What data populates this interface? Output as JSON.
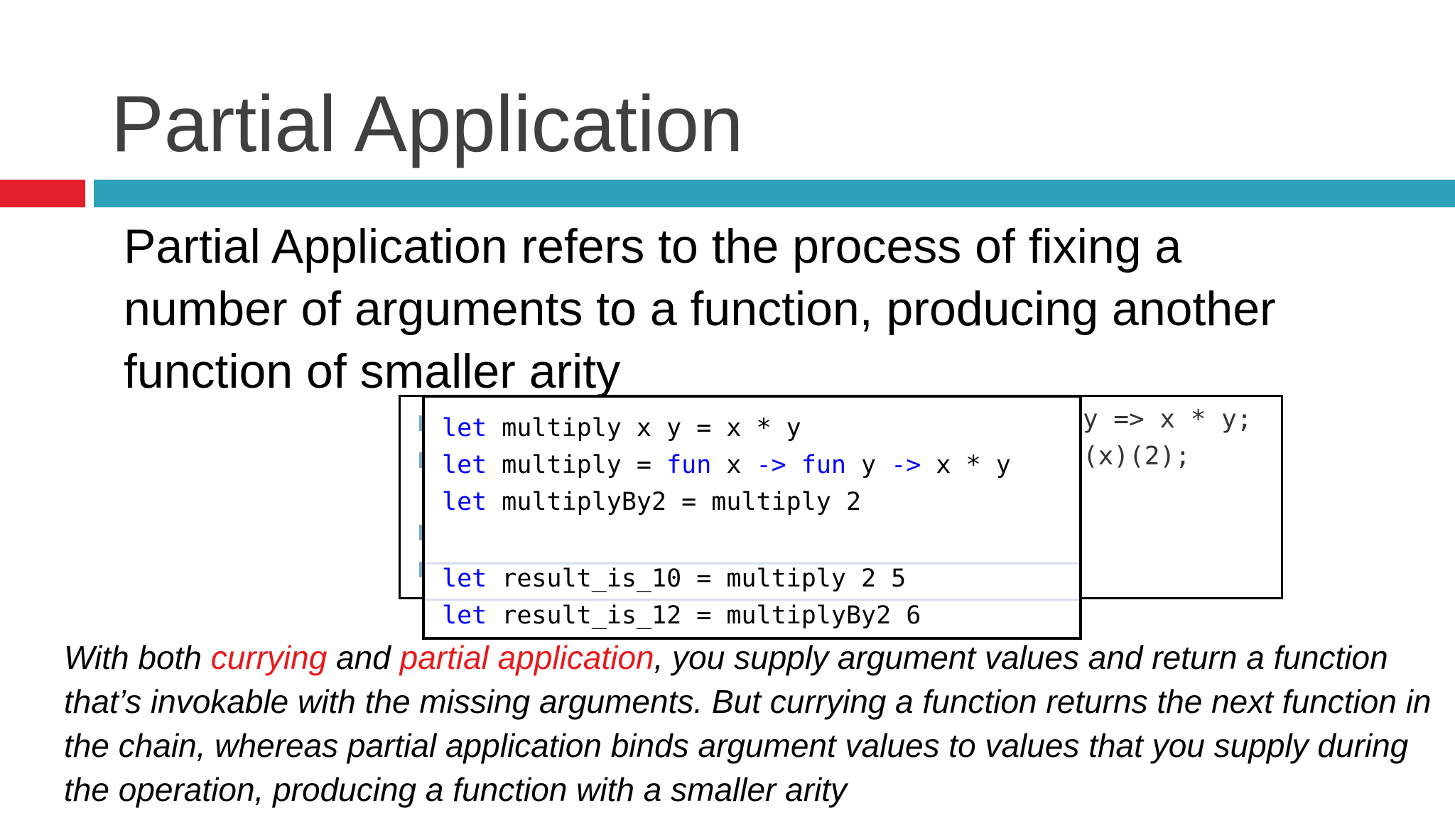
{
  "title": "Partial Application",
  "definition": "Partial Application refers to the process of fixing a number of arguments to a function, producing another function of smaller arity",
  "code_front": {
    "lines": [
      {
        "kw": "let",
        "rest": " multiply x y = x * y"
      },
      {
        "kw": "let",
        "rest": " multiply = ",
        "kw2": "fun",
        "rest2": " x ",
        "op1": "->",
        "sp": " ",
        "kw3": "fun",
        "rest3": " y ",
        "op2": "->",
        "rest4": " x * y"
      },
      {
        "kw": "let",
        "rest": " multiplyBy2 = multiply 2"
      },
      {
        "kw": "let",
        "rest": " result_is_10 = multiply 2 5"
      },
      {
        "kw": "let",
        "rest": " result_is_12 = multiplyBy2 6"
      }
    ]
  },
  "code_back": {
    "line1": "y => x * y;",
    "line2": "(x)(2);"
  },
  "summary": {
    "p1": "With both ",
    "hl1": "currying",
    "p2": " and ",
    "hl2": "partial application",
    "p3": ", you supply argument values and return a function that’s invokable with the missing arguments. But currying a function returns the next function in the chain, whereas partial application binds argument values to values that you supply during the operation, producing a function with a smaller arity"
  },
  "colors": {
    "accent_red": "#e31e2d",
    "accent_teal": "#2ea1bb",
    "keyword_blue": "#0000ff",
    "highlight_red": "#e8191c",
    "title_gray": "#404040"
  }
}
